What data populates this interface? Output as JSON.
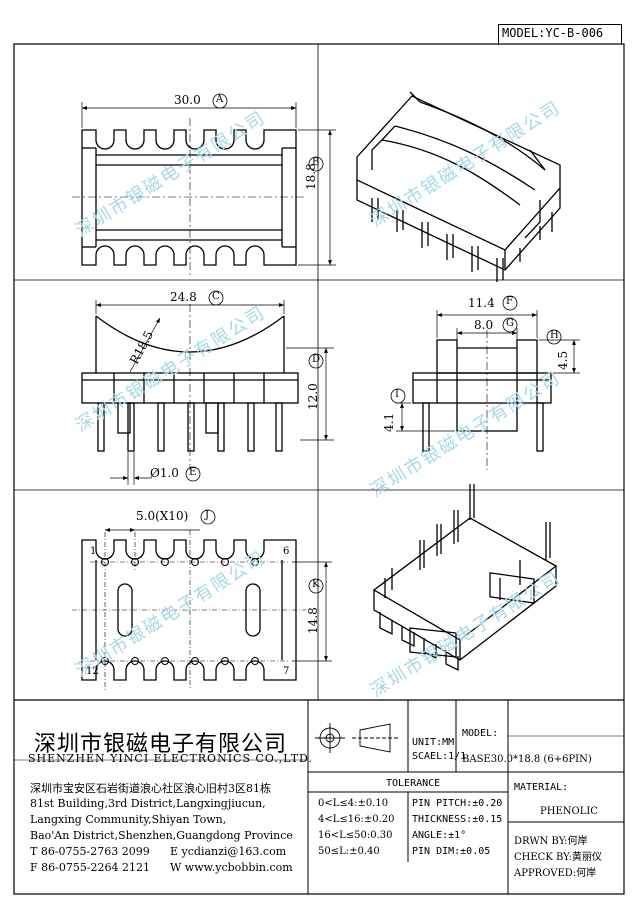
{
  "header": {
    "model": "MODEL:YC-B-006"
  },
  "watermark": "深圳市银磁电子有限公司",
  "top_view": {
    "dim_a": "30.0",
    "dim_a_tag": "A",
    "dim_b": "18.8",
    "dim_b_tag": "B"
  },
  "side_view": {
    "dim_c": "24.8",
    "dim_c_tag": "C",
    "radius": "R18.5",
    "dim_d": "12.0",
    "dim_d_tag": "D",
    "pin_dia": "Ø1.0",
    "pin_dia_tag": "E"
  },
  "end_view": {
    "dim_f": "11.4",
    "dim_f_tag": "F",
    "dim_g": "8.0",
    "dim_g_tag": "G",
    "dim_h": "4.5",
    "dim_h_tag": "H",
    "dim_i": "4.1",
    "dim_i_tag": "I"
  },
  "bottom_view": {
    "pitch": "5.0(X10)",
    "pitch_tag": "J",
    "dim_k": "14.8",
    "dim_k_tag": "K",
    "pin_1": "1",
    "pin_6": "6",
    "pin_12": "12",
    "pin_7": "7"
  },
  "title_block": {
    "company_cn": "深圳市银磁电子有限公司",
    "company_en": "SHENZHEN YINCI ELECTRONICS CO.,LTD.",
    "address_cn": "深圳市宝安区石岩街道浪心社区浪心旧村3区81栋",
    "address_en_1": "81st Building,3rd District,Langxingjiucun,",
    "address_en_2": "Langxing Community,Shiyan Town,",
    "address_en_3": "Bao'An District,Shenzhen,Guangdong Province",
    "tel_label": "T 86-0755-2763 2099",
    "email_label": "E ycdianzi@163.com",
    "fax_label": "F 86-0755-2264 2121",
    "web_label": "W www.ycbobbin.com",
    "unit": "UNIT:MM",
    "scale": "SCAEL:1/1",
    "model_label": "MODEL:",
    "model_value": "BASE30.0*18.8 (6+6PIN)",
    "tolerance_title": "TOLERANCE",
    "tol_1": "0<L≤4:±0.10",
    "tol_2": "4<L≤16:±0.20",
    "tol_3": "16<L≤50:0.30",
    "tol_4": "50≤L:±0.40",
    "pin_pitch": "PIN PITCH:±0.20",
    "thickness": "THICKNESS:±0.15",
    "angle": "ANGLE:±1°",
    "pin_dim": "PIN DIM:±0.05",
    "material_label": "MATERIAL:",
    "material_value": "PHENOLIC",
    "drawn_by": "DRWN BY:何岸",
    "check_by": "CHECK BY:黄丽仪",
    "approved": "APPROVED:何岸"
  }
}
